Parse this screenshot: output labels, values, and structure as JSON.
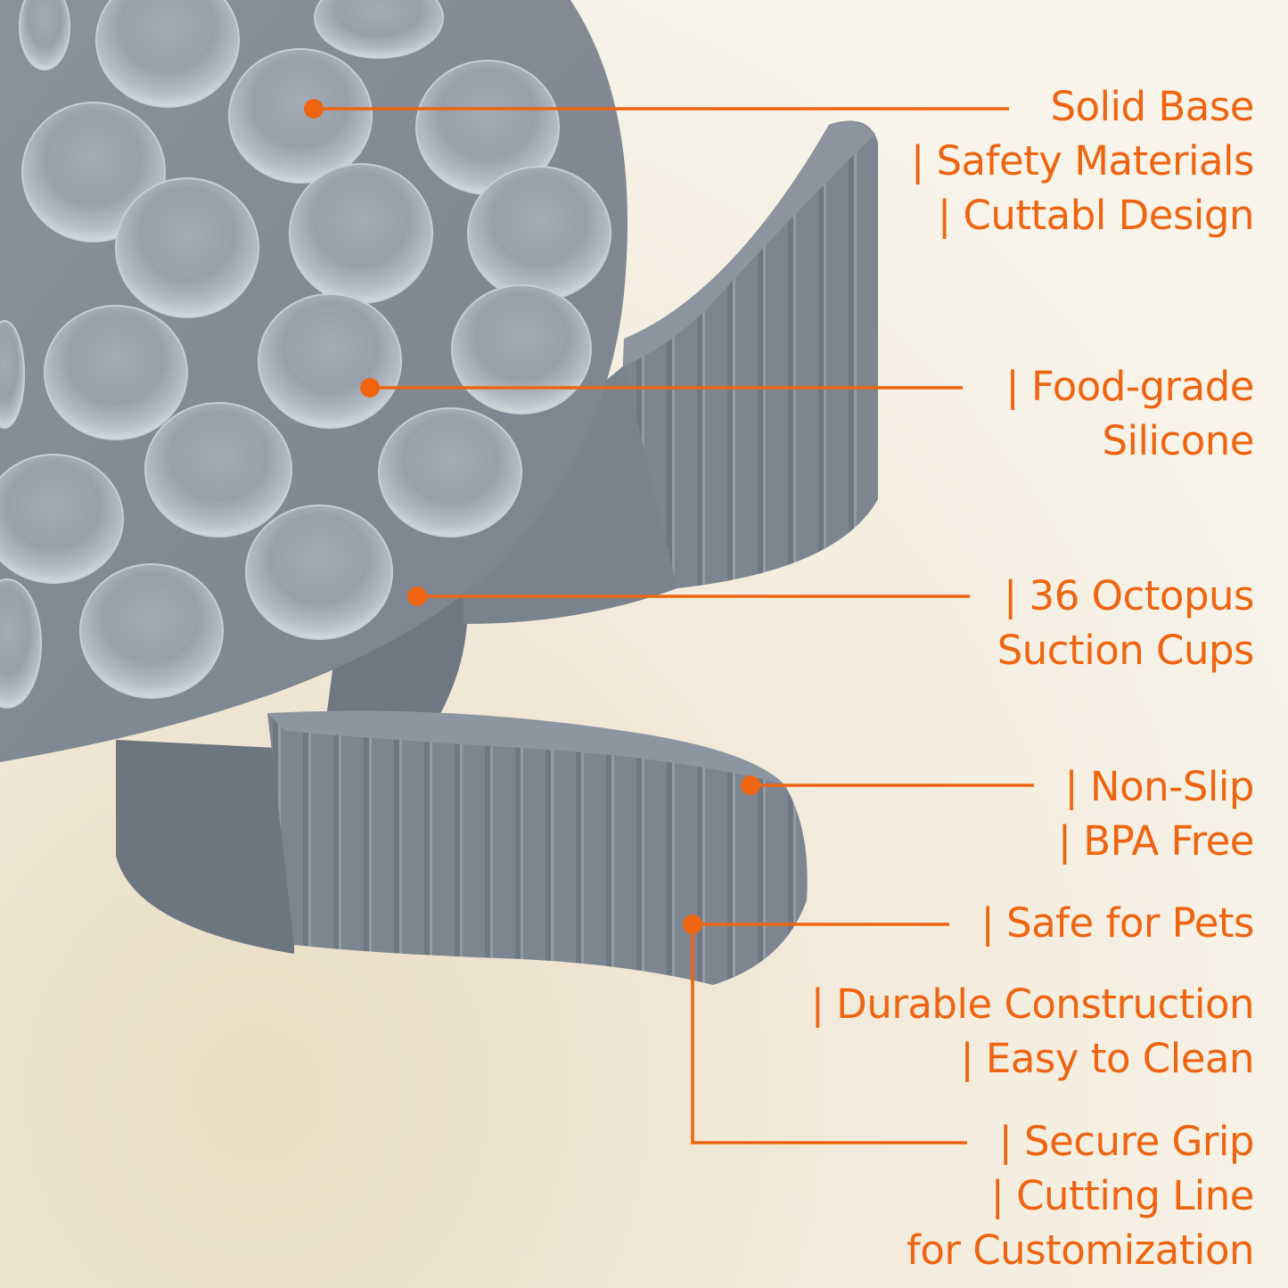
{
  "colors": {
    "accent": "#ee6410",
    "background": "#f6f1e6",
    "silicone": "#7f8792",
    "silicone_light": "#a8b0ba",
    "silicone_dark": "#6b7380"
  },
  "product": {
    "name": "Silicone lick mat with octopus suction cups",
    "suction_cup_count": "36"
  },
  "callouts": [
    {
      "id": "solid-base",
      "lines": [
        "Solid Base",
        "| Safety Materials",
        "| Cuttabl Design"
      ],
      "dot": [
        352,
        122
      ]
    },
    {
      "id": "food-grade",
      "lines": [
        "| Food-grade",
        "Silicone"
      ],
      "dot": [
        415,
        435
      ]
    },
    {
      "id": "suction-cups",
      "lines": [
        "| 36 Octopus",
        "Suction Cups"
      ],
      "dot": [
        468,
        669
      ]
    },
    {
      "id": "non-slip",
      "lines": [
        "| Non-Slip",
        "| BPA Free"
      ],
      "dot": [
        842,
        881
      ]
    },
    {
      "id": "safe-pets",
      "lines": [
        "| Safe for Pets"
      ],
      "dot": [
        777,
        1037
      ]
    },
    {
      "id": "durable",
      "lines": [
        "| Durable Construction",
        "| Easy to Clean"
      ]
    },
    {
      "id": "secure-grip",
      "lines": [
        "| Secure Grip",
        "| Cutting Line",
        "for Customization"
      ]
    }
  ]
}
